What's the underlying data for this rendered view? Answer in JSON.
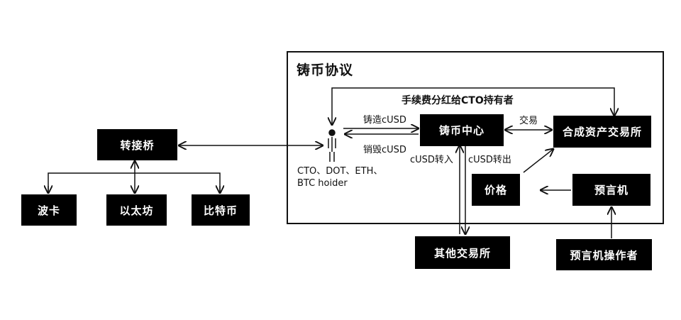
{
  "protocol": {
    "title": "铸币协议"
  },
  "nodes": {
    "bridge": "转接桥",
    "polkadot": "波卡",
    "ethereum": "以太坊",
    "bitcoin": "比特币",
    "mint_center": "铸币中心",
    "synthetic_exchange": "合成资产交易所",
    "price": "价格",
    "oracle": "预言机",
    "other_exchanges": "其他交易所",
    "oracle_operator": "预言机操作者"
  },
  "labels": {
    "fee_dividend": "手续费分红给CTO持有者",
    "mint": "铸造cUSD",
    "burn": "销毁cUSD",
    "trade": "交易",
    "transfer_in": "cUSD转入",
    "transfer_out": "cUSD转出",
    "holder_line1": "CTO、DOT、ETH、",
    "holder_line2": "BTC hoider"
  },
  "icons": {
    "holder": "person-icon"
  }
}
